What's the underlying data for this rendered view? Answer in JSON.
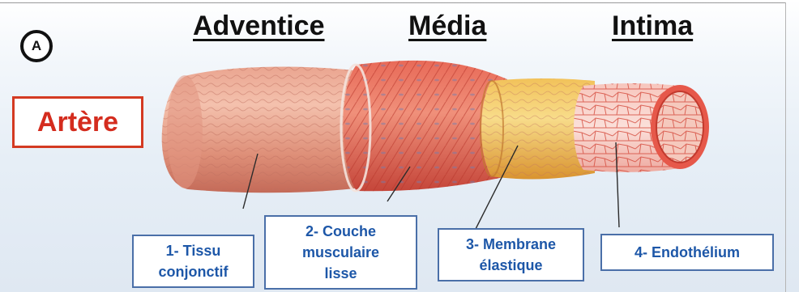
{
  "figure": {
    "badge": "A",
    "vessel_label": "Artère",
    "layer_titles": {
      "adventice": "Adventice",
      "media": "Média",
      "intima": "Intima"
    },
    "labels": {
      "tissu": "1- Tissu\nconjonctif",
      "couche": "2- Couche\nmusculaire\nlisse",
      "membrane": "3- Membrane\nélastique",
      "endothelium": "4- Endothélium"
    },
    "colors": {
      "vessel_label": "#d42c1e",
      "label_text": "#1d57a8",
      "label_border": "#4a6fa8"
    }
  }
}
